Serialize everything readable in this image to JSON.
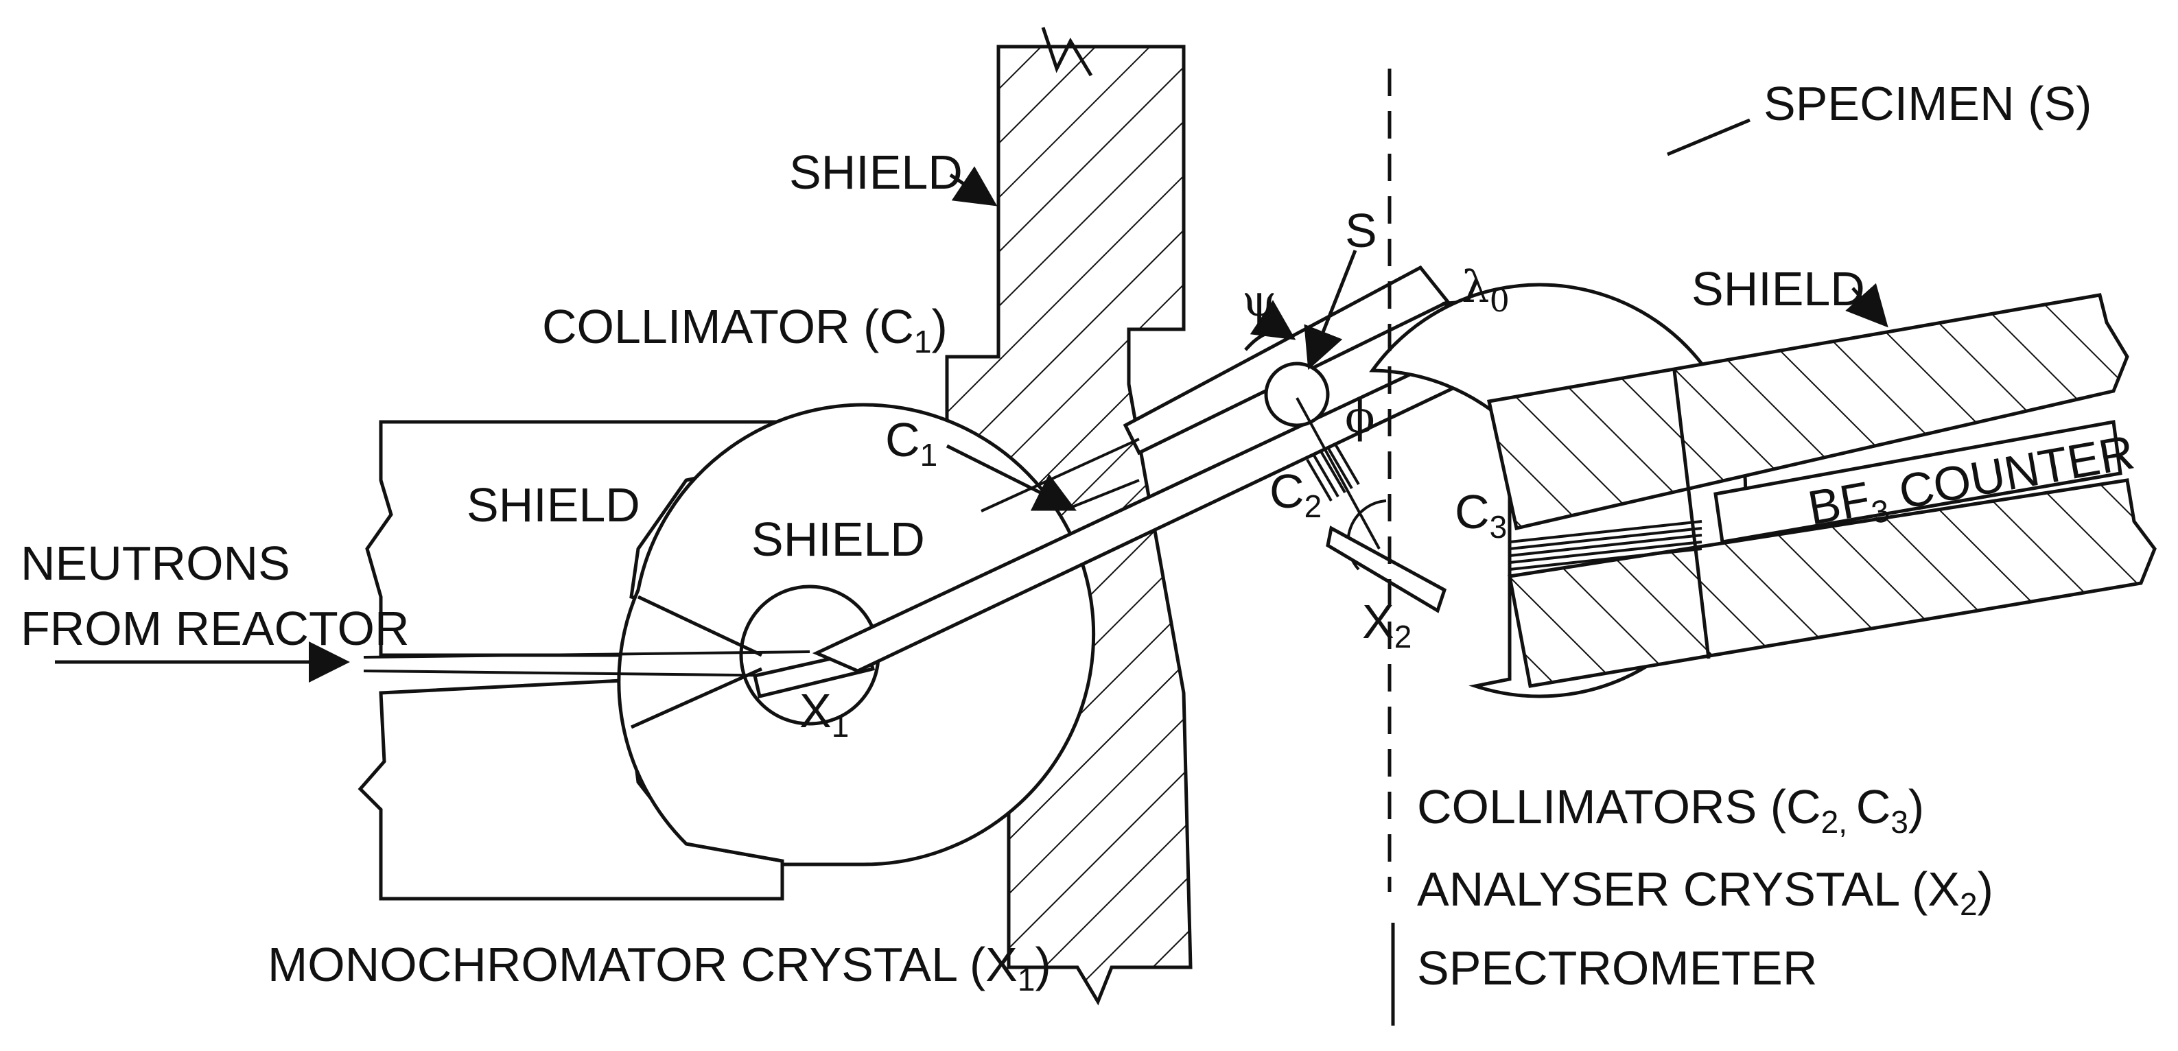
{
  "labels": {
    "shield_top": "SHIELD",
    "shield_left_block": "SHIELD",
    "shield_left_drum": "SHIELD",
    "shield_right": "SHIELD",
    "specimen": "SPECIMEN (S)",
    "collimator_c1": "COLLIMATOR (C",
    "collimator_c1_sub": "1",
    "collimator_c1_close": ")",
    "c1_marker": "C",
    "c1_marker_sub": "1",
    "neutrons_line1": "NEUTRONS",
    "neutrons_line2": "FROM REACTOR",
    "x1_marker": "X",
    "x1_marker_sub": "1",
    "x2_marker": "X",
    "x2_marker_sub": "2",
    "c2_marker": "C",
    "c2_marker_sub": "2",
    "c3_marker": "C",
    "c3_marker_sub": "3",
    "s_marker": "S",
    "psi": "ψ",
    "phi": "ϕ",
    "lambda": "λ",
    "lambda_sub": "0",
    "bf3_prefix": "BF",
    "bf3_sub": "3",
    "bf3_suffix": " COUNTER",
    "monochromator": "MONOCHROMATOR CRYSTAL (X",
    "monochromator_sub": "1",
    "monochromator_close": ")",
    "collimators_c2c3": "COLLIMATORS (C",
    "collimators_c2c3_sub1": "2, ",
    "collimators_c2c3_mid": "C",
    "collimators_c2c3_sub2": "3",
    "collimators_c2c3_close": ")",
    "analyser": "ANALYSER CRYSTAL (X",
    "analyser_sub": "2",
    "analyser_close": ")",
    "spectrometer": "SPECTROMETER"
  }
}
